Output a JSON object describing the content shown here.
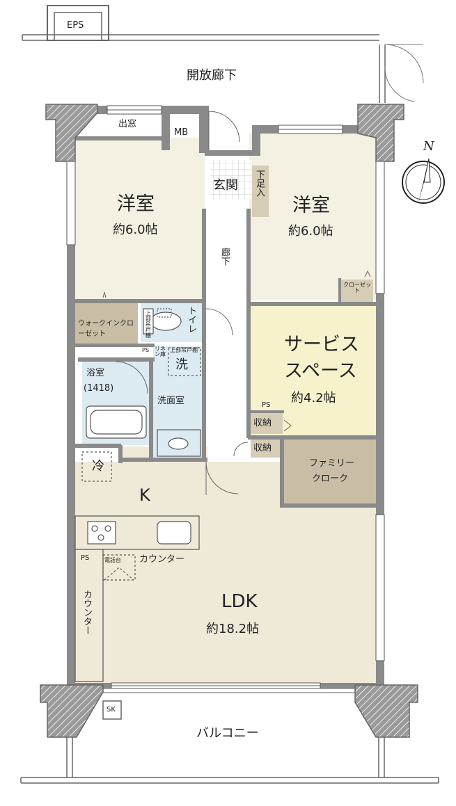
{
  "outside": {
    "eps": "EPS",
    "corridor": "開放廊下",
    "balcony": "バルコニー",
    "sk": "SK"
  },
  "compass": {
    "north": "N"
  },
  "rooms": {
    "bedroom_left": {
      "name": "洋室",
      "size": "約6.0帖",
      "bay_window": "出窓"
    },
    "bedroom_right": {
      "name": "洋室",
      "size": "約6.0帖",
      "closet": "クローゼット"
    },
    "mb": "MB",
    "entrance": "玄関",
    "shoe_storage": "下足入",
    "hallway": "廊下",
    "walkin_closet": "ウォークインクローゼット",
    "toilet": "トイレ",
    "toilet_cabinet": "上部吊戸棚",
    "ps_small": "PS",
    "linen": "リネン庫",
    "upper_cabinet": "上部吊戸棚",
    "laundry": "洗",
    "bath": {
      "name": "浴室",
      "size": "(1418)"
    },
    "washroom": "洗面室",
    "service_space": {
      "name_line1": "サービス",
      "name_line2": "スペース",
      "size": "約4.2帖"
    },
    "ps_service": "PS",
    "storage_1": "収納",
    "storage_2": "収納",
    "family_cloak": {
      "line1": "ファミリー",
      "line2": "クローク"
    },
    "fridge": "冷",
    "kitchen": "K",
    "ps_kitchen": "PS",
    "phone_stand": "電話台",
    "counter_kitchen": "カウンター",
    "counter_side": "カウンター",
    "ldk": {
      "name": "LDK",
      "size": "約18.2帖"
    }
  },
  "colors": {
    "wall": "#8a8a8a",
    "wall_dark": "#6b6b6b",
    "floor_main": "#efe9d8",
    "floor_bedroom": "#f4f0e2",
    "wet_area": "#dcebf2",
    "service": "#f5f2cc",
    "storage": "#c9bea5",
    "storage_light": "#d6cdb6"
  }
}
